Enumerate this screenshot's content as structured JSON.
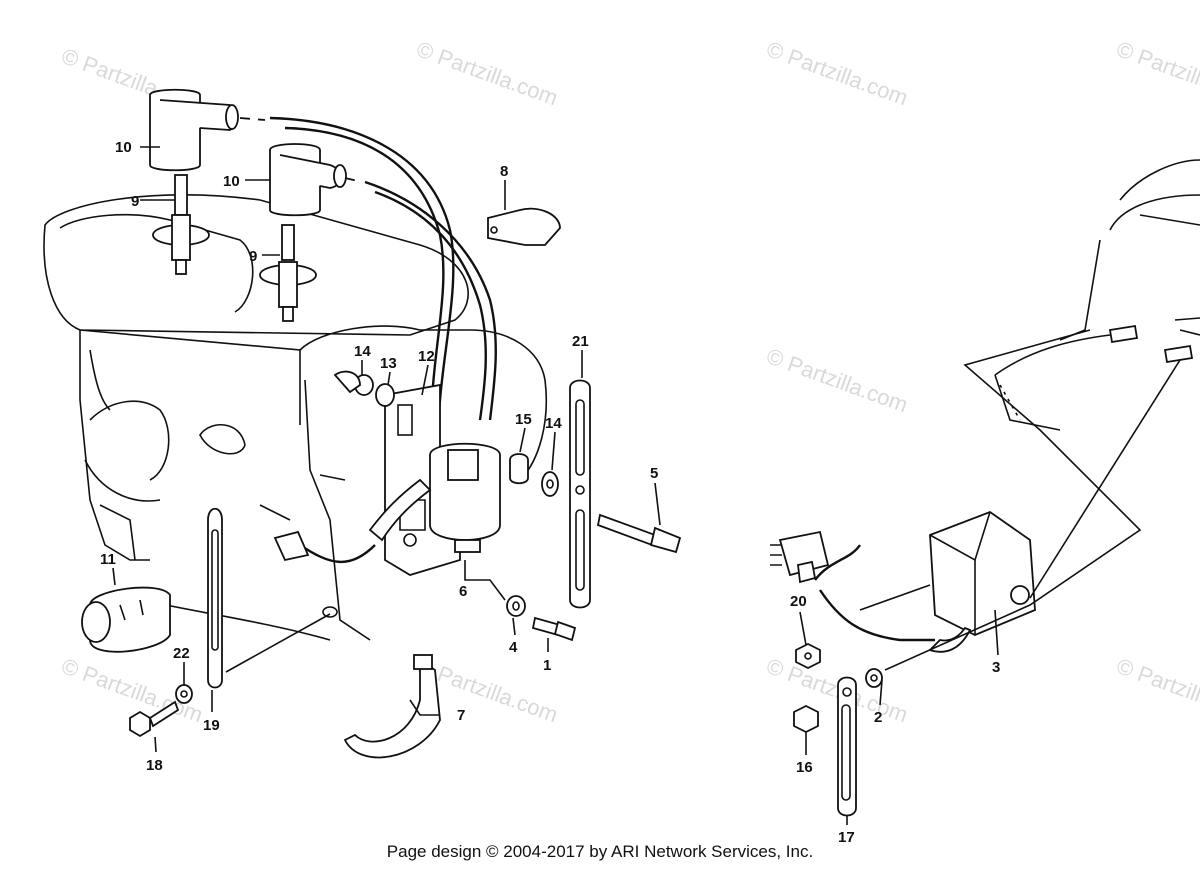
{
  "watermark": "© Partzilla.com",
  "callouts": {
    "c1": "1",
    "c2": "2",
    "c3": "3",
    "c4": "4",
    "c5": "5",
    "c6": "6",
    "c7": "7",
    "c8": "8",
    "c9a": "9",
    "c9b": "9",
    "c10a": "10",
    "c10b": "10",
    "c11": "11",
    "c12": "12",
    "c13": "13",
    "c14a": "14",
    "c14b": "14",
    "c15": "15",
    "c16": "16",
    "c17": "17",
    "c18": "18",
    "c19": "19",
    "c20": "20",
    "c21": "21",
    "c22": "22"
  },
  "footer": "Page design © 2004-2017 by ARI Network Services, Inc."
}
